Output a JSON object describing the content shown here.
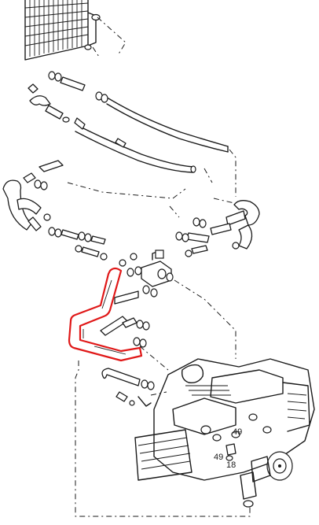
{
  "colors": {
    "highlight": "#e01818",
    "ink": "#1a1a1a",
    "paper": "#ffffff"
  },
  "callouts": {
    "label_49_upper": "49",
    "label_49_lower": "49",
    "label_18": "18"
  }
}
